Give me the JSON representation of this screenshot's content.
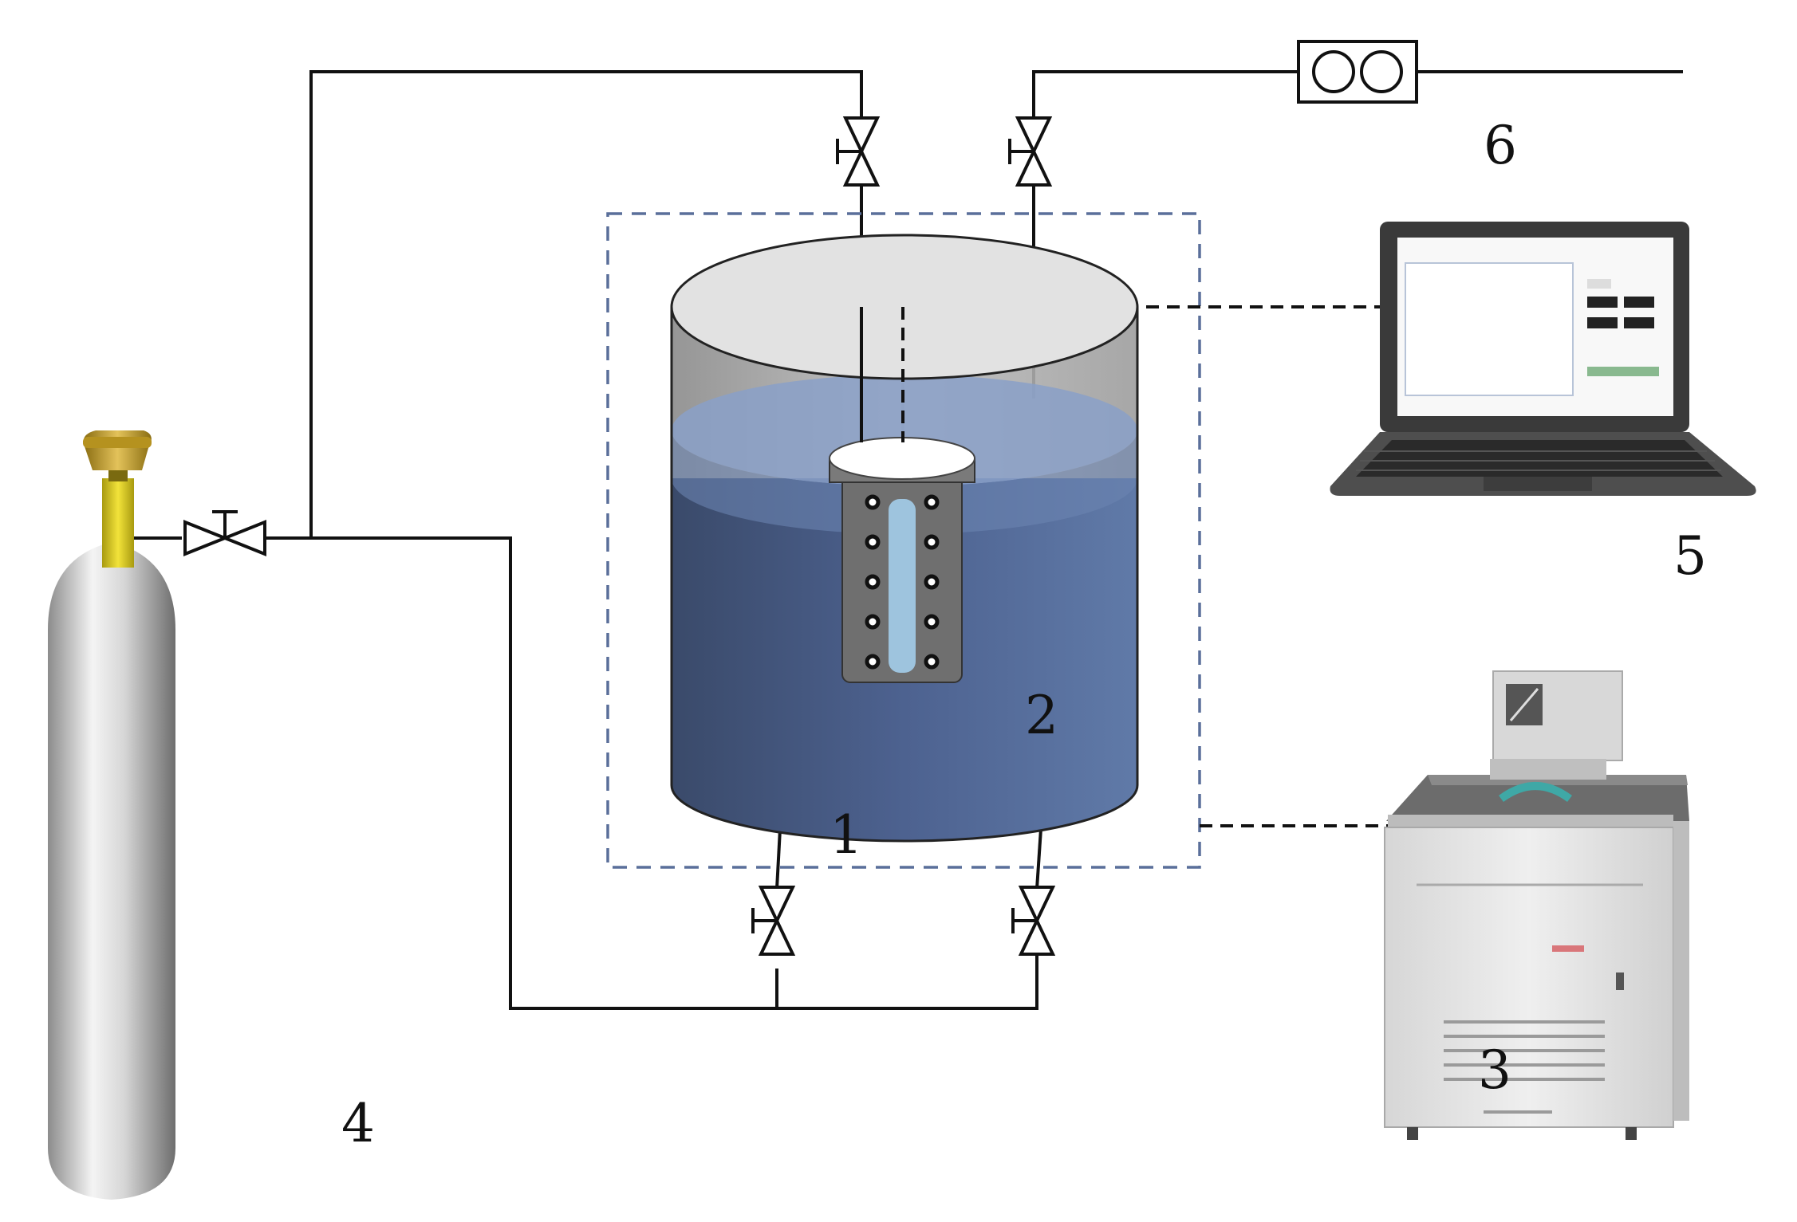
{
  "labels": {
    "vessel": "1",
    "bath": "2",
    "chiller": "3",
    "cylinder": "4",
    "computer": "5",
    "gas_meter": "6"
  },
  "colors": {
    "pipe": "#111111",
    "dashed_box": "#5a6f9a",
    "water": "#4a5f86",
    "cylinder_body": "#c9c9c9",
    "valve_gold": "#c9a227",
    "neck_yellow": "#e6d21c"
  },
  "icons": [
    "gas-cylinder-icon",
    "valve-icon",
    "laptop-icon",
    "chiller-icon",
    "gas-meter-icon"
  ]
}
